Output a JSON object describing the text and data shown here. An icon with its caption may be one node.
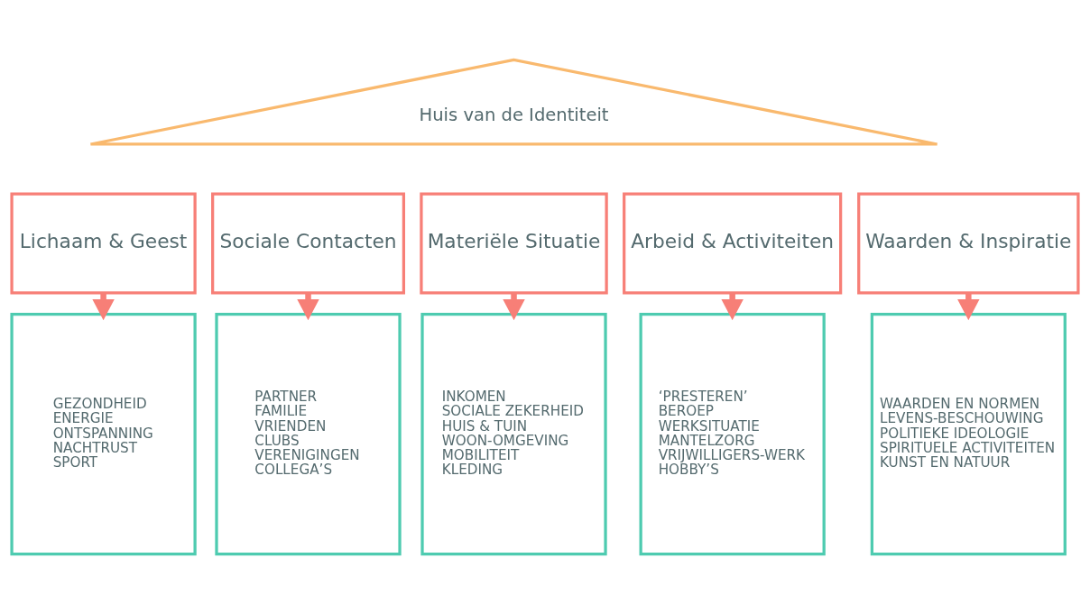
{
  "diagram": {
    "nodes": [
      {
        "text": [
          "Huis van de Identiteit"
        ]
      },
      {
        "text": [
          "Lichaam & Geest"
        ]
      },
      {
        "text": [
          "Sociale Contacten"
        ]
      },
      {
        "text": [
          "Materiële Situatie"
        ]
      },
      {
        "text": [
          "Arbeid & Activiteiten"
        ]
      },
      {
        "text": [
          "Waarden & Inspiratie"
        ]
      },
      {
        "text": [
          "GEZONDHEID",
          "ENERGIE",
          "ONTSPANNING",
          "NACHTRUST",
          "SPORT"
        ]
      },
      {
        "text": [
          "PARTNER",
          "FAMILIE",
          "VRIENDEN",
          "CLUBS",
          "VERENIGINGEN",
          "COLLEGA’S"
        ]
      },
      {
        "text": [
          "INKOMEN",
          "SOCIALE ZEKERHEID",
          "HUIS & TUIN",
          "WOON-OMGEVING",
          "MOBILITEIT",
          "KLEDING"
        ]
      },
      {
        "text": [
          "‘PRESTEREN’",
          "BEROEP",
          "WERKSITUATIE",
          "MANTELZORG",
          "VRIJWILLIGERS-WERK",
          "HOBBY’S"
        ]
      },
      {
        "text": [
          "WAARDEN EN NORMEN",
          "LEVENS-BESCHOUWING",
          "POLITIEKE IDEOLOGIE",
          "SPIRITUELE ACTIVITEITEN",
          "KUNST EN NATUUR"
        ]
      }
    ],
    "edges": [
      {
        "from": 1,
        "to": 6,
        "arrow": "to"
      },
      {
        "from": 2,
        "to": 7,
        "arrow": "to"
      },
      {
        "from": 3,
        "to": 8,
        "arrow": "to"
      },
      {
        "from": 4,
        "to": 9,
        "arrow": "to"
      },
      {
        "from": 5,
        "to": 10,
        "arrow": "to"
      }
    ]
  }
}
